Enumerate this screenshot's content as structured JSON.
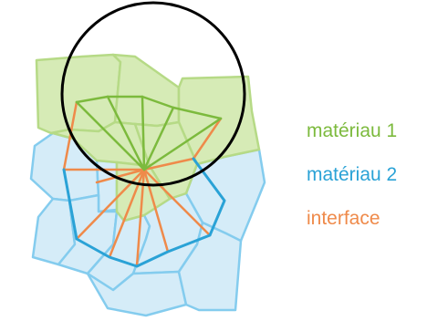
{
  "legend": [
    {
      "label": "matériau 1",
      "color": "#7cba3d"
    },
    {
      "label": "matériau 2",
      "color": "#2aa2d6"
    },
    {
      "label": "interface",
      "color": "#ef8a4a"
    }
  ],
  "colors": {
    "material_1_fill": "#d6ebb6",
    "material_1_cell_edge": "#b6da86",
    "material_2_fill": "#d5ecf8",
    "material_2_cell_edge": "#84ccee",
    "material_1_mesh": "#7cba3d",
    "material_2_mesh": "#2aa2d6",
    "interface_mesh": "#ef8a4a",
    "neighborhood_circle": "#000000"
  }
}
